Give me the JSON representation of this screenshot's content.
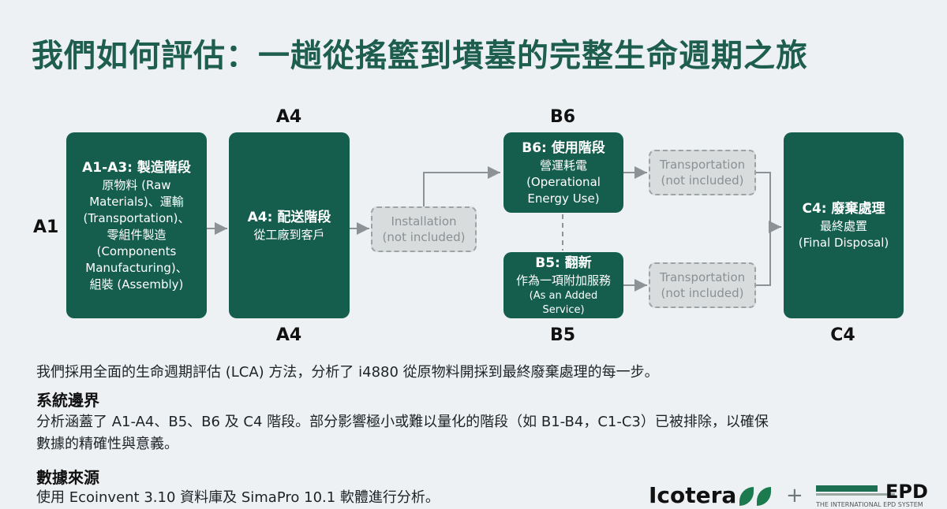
{
  "title": "我們如何評估：一趟從搖籃到墳墓的完整生命週期之旅",
  "labels": {
    "a1": "A1",
    "a4_top": "A4",
    "a4_bottom": "A4",
    "b6": "B6",
    "b5": "B5",
    "c4": "C4"
  },
  "boxes": {
    "a1a3": {
      "heading": "A1-A3: 製造階段",
      "lines": [
        "原物料 (Raw",
        "Materials)、運輸",
        "(Transportation)、",
        "零組件製造",
        "(Components",
        "Manufacturing)、",
        "組裝 (Assembly)"
      ]
    },
    "a4": {
      "heading": "A4: 配送階段",
      "sub": "從工廠到客戶"
    },
    "b6": {
      "heading": "B6: 使用階段",
      "lines": [
        "營運耗電",
        "(Operational",
        "Energy Use)"
      ]
    },
    "b5": {
      "heading": "B5: 翻新",
      "sub": "作為一項附加服務",
      "small": "(As an Added Service)"
    },
    "c4": {
      "heading": "C4: 廢棄處理",
      "sub": "最終處置",
      "small": "(Final Disposal)"
    }
  },
  "gray": {
    "installation": [
      "Installation",
      "(not included)"
    ],
    "transport_top": [
      "Transportation",
      "(not included)"
    ],
    "transport_bottom": [
      "Transportation",
      "(not included)"
    ]
  },
  "intro": "我們採用全面的生命週期評估 (LCA) 方法，分析了 i4880 從原物料開採到最終廢棄處理的每一步。",
  "boundary": {
    "heading": "系統邊界",
    "line1": "分析涵蓋了 A1-A4、B5、B6 及 C4 階段。部分影響極小或難以量化的階段（如 B1-B4，C1-C3）已被排除，以確保",
    "line2": "數據的精確性與意義。"
  },
  "source": {
    "heading": "數據來源",
    "text": "使用 Ecoinvent 3.10 資料庫及 SimaPro 10.1 軟體進行分析。"
  },
  "logos": {
    "icotera": "Icotera",
    "plus": "+",
    "epd": "EPD",
    "epd_sub": "THE INTERNATIONAL EPD SYSTEM"
  },
  "colors": {
    "primary": "#155e4e",
    "title": "#1e5e4e",
    "gray_box": "#d9dcdd"
  }
}
